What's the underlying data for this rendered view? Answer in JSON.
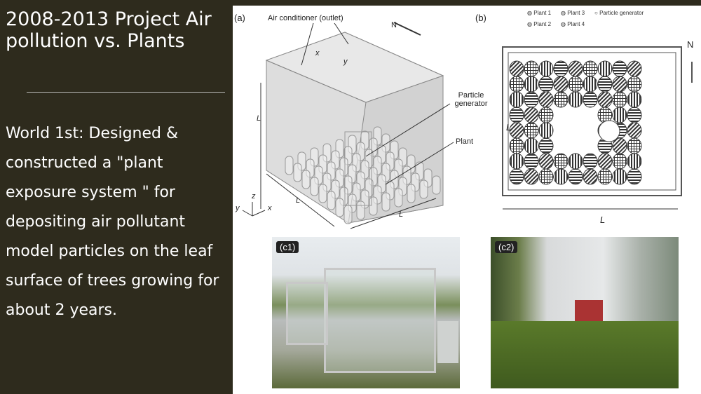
{
  "slide": {
    "title": "2008-2013 Project Air pollution vs. Plants",
    "body": "World 1st: Designed & constructed a \"plant exposure system \" for depositing air pollutant model particles on the leaf surface of trees growing for about 2 years."
  },
  "figure": {
    "panel_a": {
      "tag": "(a)",
      "air_conditioner": "Air conditioner (outlet)",
      "north": "N",
      "particle_generator": "Particle generator",
      "plant": "Plant",
      "dim_L": "L",
      "dim_x": "x",
      "dim_y": "y",
      "axis_x": "x",
      "axis_y": "y",
      "axis_z": "z"
    },
    "panel_b": {
      "tag": "(b)",
      "legend": [
        "Plant 1",
        "Plant 2",
        "Plant 3",
        "Plant 4",
        "Particle generator"
      ],
      "north": "N",
      "dim_L": "L"
    },
    "panel_c1": {
      "tag": "(c1)"
    },
    "panel_c2": {
      "tag": "(c2)"
    }
  }
}
